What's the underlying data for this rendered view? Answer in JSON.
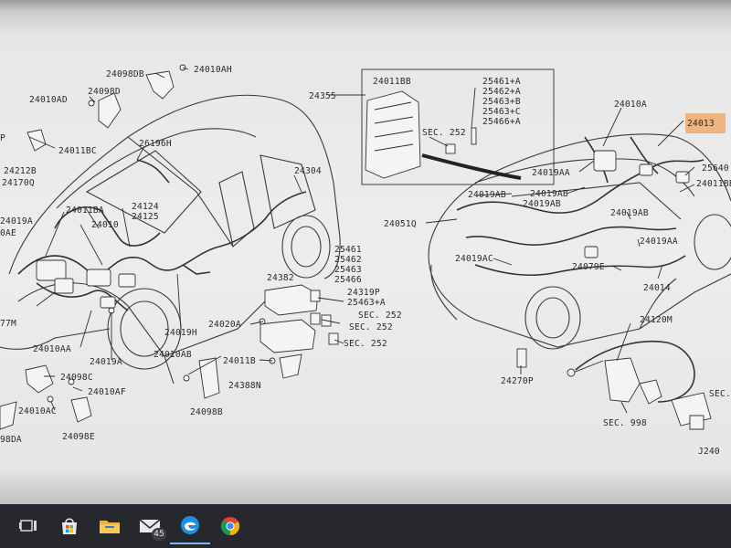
{
  "diagram": {
    "labels": {
      "l24098DB": "24098DB",
      "l24010AH": "24010AH",
      "l24098D": "24098D",
      "l24010AD": "24010AD",
      "lP": "P",
      "l24011BC": "24011BC",
      "l26196H": "26196H",
      "l24212B": "24212B",
      "l24170Q": "24170Q",
      "l24304": "24304",
      "l24124": "24124",
      "l24125": "24125",
      "l24011BA": "24011BA",
      "l24010": "24010",
      "l24019A_l": "24019A",
      "l0AE": "0AE",
      "l77M": "77M",
      "l24010AA": "24010AA",
      "l24019A": "24019A",
      "l24019H": "24019H",
      "l24098C": "24098C",
      "l24010AF": "24010AF",
      "l24010AC": "24010AC",
      "l98DA": "98DA",
      "l24098E": "24098E",
      "l24355": "24355",
      "l24011BB_a": "24011BB",
      "l25461A": "25461+A",
      "l25462A": "25462+A",
      "l25463B": "25463+B",
      "l25463C": "25463+C",
      "l25466A": "25466+A",
      "lSEC252a": "SEC. 252",
      "l25461": "25461",
      "l25462": "25462",
      "l25463": "25463",
      "l25466": "25466",
      "l24382": "24382",
      "l24319P": "24319P",
      "l25463A": "25463+A",
      "lSEC252b": "SEC. 252",
      "lSEC252c": "SEC. 252",
      "lSEC252d": "SEC. 252",
      "l24020A": "24020A",
      "l24010AB": "24010AB",
      "l24011B": "24011B",
      "l24388N": "24388N",
      "l24098B": "24098B",
      "l24010A": "24010A",
      "l24013": "24013",
      "l24019AA_1": "24019AA",
      "l25640": "25640",
      "l24011BB_b": "24011BB",
      "l24019AB_1": "24019AB",
      "l24019AB_2": "24019AB",
      "l24019AB_3": "24019AB",
      "l24019AB_4": "24019AB",
      "l24051Q": "24051Q",
      "l24019AA_2": "24019AA",
      "l24019AC": "24019AC",
      "l24079E": "24079E",
      "l24014": "24014",
      "l24120M": "24120M",
      "l24270P": "24270P",
      "lSEC998": "SEC. 998",
      "lSECright": "SEC.",
      "lJ240": "J240"
    },
    "highlight_color": "#f0a25e"
  },
  "taskbar": {
    "items": [
      {
        "icon": "task-view-icon"
      },
      {
        "icon": "store-icon"
      },
      {
        "icon": "file-explorer-icon"
      },
      {
        "icon": "mail-icon",
        "badge": "45"
      },
      {
        "icon": "edge-icon"
      },
      {
        "icon": "chrome-icon"
      }
    ]
  }
}
